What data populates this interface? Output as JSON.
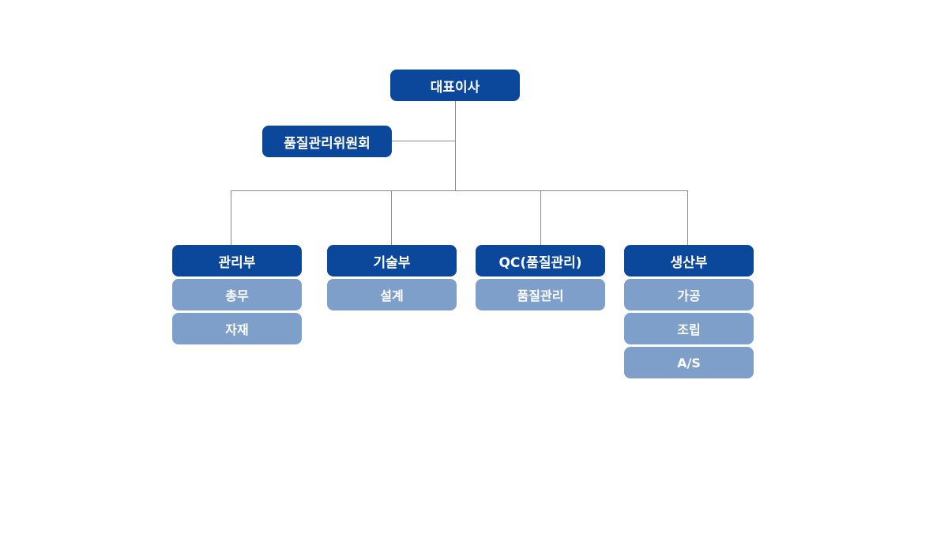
{
  "org_chart": {
    "ceo": "대표이사",
    "committee": "품질관리위원회",
    "departments": [
      {
        "name": "관리부",
        "units": [
          "총무",
          "자재"
        ]
      },
      {
        "name": "기술부",
        "units": [
          "설계"
        ]
      },
      {
        "name": "QC(품질관리)",
        "units": [
          "품질관리"
        ]
      },
      {
        "name": "생산부",
        "units": [
          "가공",
          "조립",
          "A/S"
        ]
      }
    ]
  },
  "colors": {
    "primary": "#0b479a",
    "secondary": "#7f9fcb",
    "connector": "#8a8a8a",
    "text": "#ffffff"
  }
}
